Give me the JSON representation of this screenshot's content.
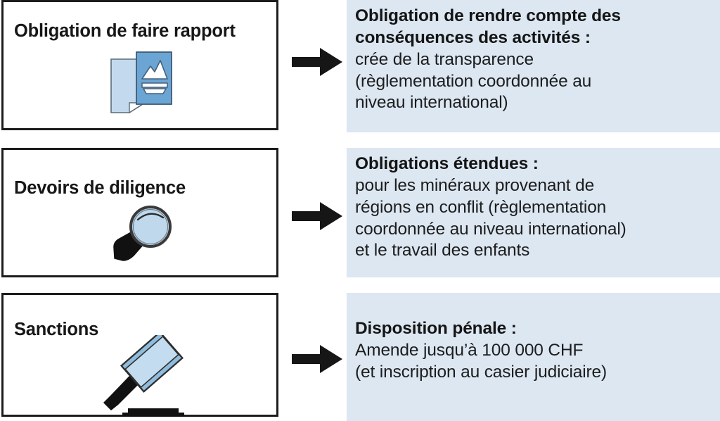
{
  "colors": {
    "panel_background": "#dce7f2",
    "box_border": "#1c1c1c",
    "arrow": "#161616",
    "icon_blue_dark": "#6aa5d4",
    "icon_blue_light": "#bfd8ec",
    "text": "#171717",
    "page_background": "#ffffff"
  },
  "rows": [
    {
      "left": {
        "title": "Obligation de faire rapport",
        "icon": "document-report-icon"
      },
      "arrow": "arrow-right-icon",
      "right": {
        "heading": "Obligation de rendre compte des conséquences des activités :",
        "body_lines": [
          "crée de la transparence",
          "(règlementation coordonnée au",
          "niveau international)"
        ]
      }
    },
    {
      "left": {
        "title": "Devoirs de diligence",
        "icon": "magnifying-glass-icon"
      },
      "arrow": "arrow-right-icon",
      "right": {
        "heading": "Obligations étendues :",
        "body_lines": [
          "pour les minéraux provenant de",
          "régions en conflit (règlementation",
          "coordonnée au niveau international)",
          "et le travail des enfants"
        ]
      }
    },
    {
      "left": {
        "title": "Sanctions",
        "icon": "gavel-icon"
      },
      "arrow": "arrow-right-icon",
      "right": {
        "heading": "Disposition pénale :",
        "body_lines": [
          "Amende jusqu’à 100 000 CHF",
          "(et inscription au casier judiciaire)"
        ]
      }
    }
  ]
}
